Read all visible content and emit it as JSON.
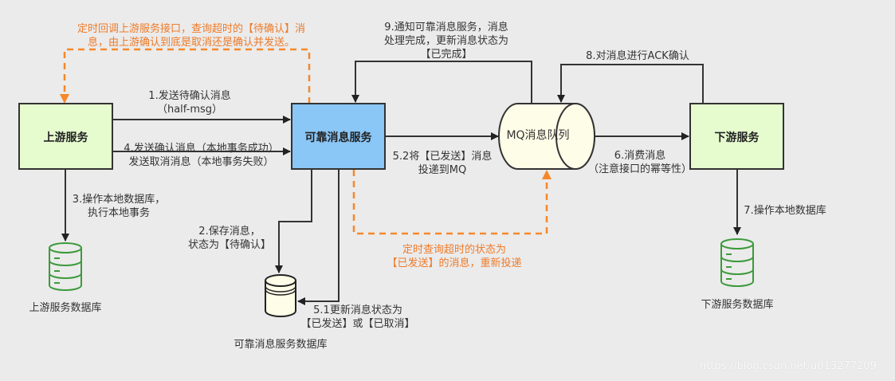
{
  "nodes": {
    "upstream": {
      "label": "上游服务",
      "fill": "#e6fccf"
    },
    "reliable": {
      "label": "可靠消息服务",
      "fill": "#8ac6f6"
    },
    "mq": {
      "label": "MQ消息队列",
      "fill": "#fefde8"
    },
    "downstream": {
      "label": "下游服务",
      "fill": "#e6fccf"
    },
    "upstream_db": {
      "label": "上游服务数据库"
    },
    "reliable_db": {
      "label": "可靠消息服务数据库"
    },
    "downstream_db": {
      "label": "下游服务数据库"
    }
  },
  "edges": {
    "step1": [
      "1.发送待确认消息",
      "（half-msg）"
    ],
    "step2": [
      "2.保存消息，",
      "状态为【待确认】"
    ],
    "step3": [
      "3.操作本地数据库，",
      "执行本地事务"
    ],
    "step4": [
      "4.发送确认消息（本地事务成功）",
      "发送取消消息（本地事务失败）"
    ],
    "step5_1": [
      "5.1更新消息状态为",
      "【已发送】或【已取消】"
    ],
    "step5_2": [
      "5.2将【已发送】消息",
      "投递到MQ"
    ],
    "step6": [
      "6.消费消息",
      "（注意接口的幂等性）"
    ],
    "step7": [
      "7.操作本地数据库"
    ],
    "step8": [
      "8.对消息进行ACK确认"
    ],
    "step9": [
      "9.通知可靠消息服务，消息",
      "处理完成，更新消息状态为",
      "【已完成】"
    ]
  },
  "notes": {
    "callback_upstream": [
      "定时回调上游服务接口，查询超时的【待确认】消",
      "息，由上游确认到底是取消还是确认并发送。"
    ],
    "resend_timeout": [
      "定时查询超时的状态为",
      "【已发送】的消息，重新投递"
    ]
  },
  "colors": {
    "accent_orange": "#f5882b",
    "db_green": "#3c9a3c",
    "line": "#333333"
  },
  "watermark": "https://blog.csdn.net/u013277209"
}
